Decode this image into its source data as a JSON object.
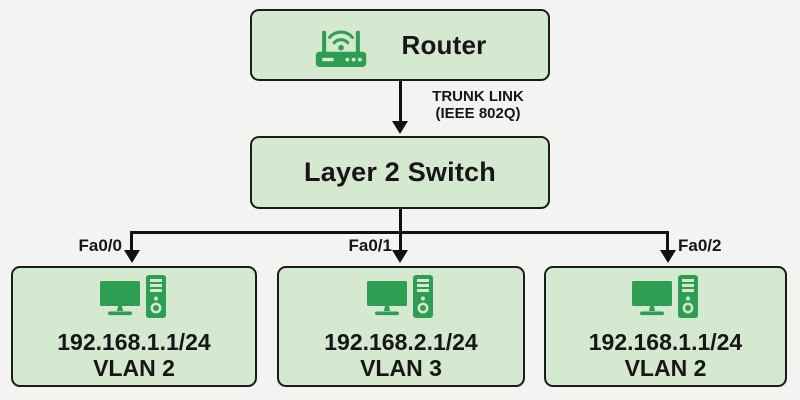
{
  "nodes": {
    "router": {
      "label": "Router",
      "icon": "wifi-router-icon"
    },
    "switch": {
      "label": "Layer 2 Switch"
    },
    "hosts": [
      {
        "ip": "192.168.1.1/24",
        "vlan": "VLAN 2",
        "icon": "desktop-pc-icon"
      },
      {
        "ip": "192.168.2.1/24",
        "vlan": "VLAN 3",
        "icon": "desktop-pc-icon"
      },
      {
        "ip": "192.168.1.1/24",
        "vlan": "VLAN 2",
        "icon": "desktop-pc-icon"
      }
    ]
  },
  "links": {
    "trunk": {
      "label_line1": "TRUNK LINK",
      "label_line2": "(IEEE 802Q)"
    },
    "ports": [
      {
        "label": "Fa0/0"
      },
      {
        "label": "Fa0/1"
      },
      {
        "label": "Fa0/2"
      }
    ]
  },
  "colors": {
    "background": "#f3f3f1",
    "box_fill": "#d5e8d0",
    "box_border": "#1c1c1c",
    "icon_green": "#2e9e52",
    "line": "#111111",
    "text": "#161616"
  }
}
